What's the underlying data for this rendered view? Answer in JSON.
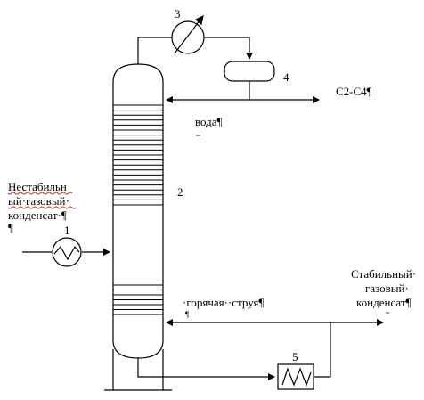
{
  "numbers": {
    "condenser": "3",
    "reflux_drum": "4",
    "column": "2",
    "heater": "1",
    "furnace": "5"
  },
  "labels": {
    "overhead_product": "С2-С4¶",
    "water": "вода¶",
    "feed_line1": "Нестабильн",
    "feed_line2": "ый·газовый·",
    "feed_line3": "конденсат·¶",
    "feed_line4": "¶",
    "hot_stream": "·горячая··струя¶",
    "hot_stream_mark": "¶",
    "product_line1": "Стабильный·",
    "product_line2": "газовый·",
    "product_line3": "конденсат¶"
  },
  "colors": {
    "line": "#000000",
    "spellcheck": "#b03030"
  }
}
